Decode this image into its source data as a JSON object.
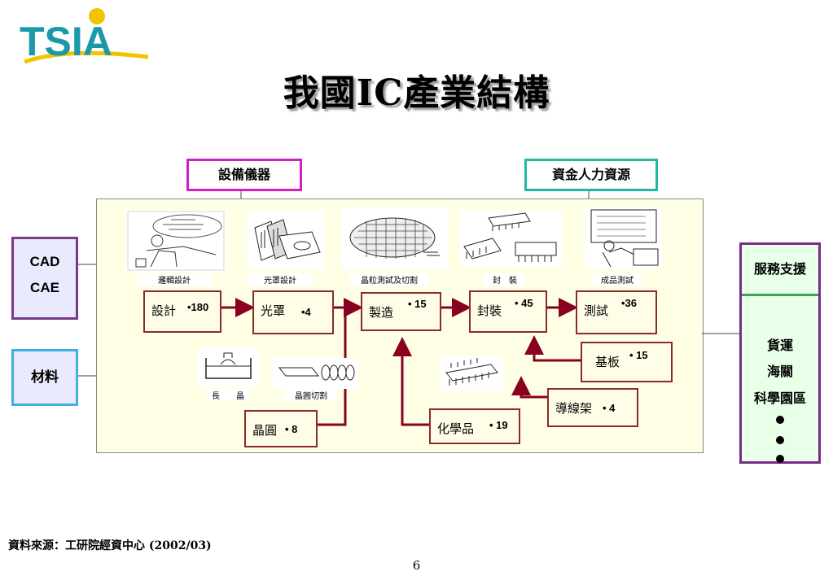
{
  "logo": {
    "text": "TSIA",
    "brand_colors": [
      "#1a9aa8",
      "#f2c400"
    ]
  },
  "title": "我國IC產業結構",
  "top_boxes": {
    "equipment": "設備儀器",
    "capital": "資金人力資源"
  },
  "left_boxes": {
    "cad": "CAD",
    "cae": "CAE",
    "materials": "材料"
  },
  "captions": {
    "logic_design": "邏輯設計",
    "mask_design": "光罩設計",
    "die_test": "晶粒測試及切割",
    "package": "封　裝",
    "final_test": "成品測試",
    "crystal_growth": "長　　晶",
    "wafer_cut": "晶圓切割"
  },
  "flow": {
    "design": {
      "label": "設計",
      "count": "•180"
    },
    "mask": {
      "label": "光罩",
      "count": "•4"
    },
    "fab": {
      "label": "製造",
      "count": "• 15"
    },
    "package": {
      "label": "封裝",
      "count": "• 45"
    },
    "test": {
      "label": "測試",
      "count": "•36"
    },
    "substrate": {
      "label": "基板",
      "count": "• 15"
    },
    "leadframe": {
      "label": "導線架",
      "count": "• 4"
    },
    "wafer": {
      "label": "晶圓",
      "count": "• 8"
    },
    "chemicals": {
      "label": "化學品",
      "count": "• 19"
    }
  },
  "services": {
    "header": "服務支援",
    "items": [
      "貨運",
      "海關",
      "科學園區"
    ]
  },
  "colors": {
    "arrow": "#8a0020",
    "equipment_border": "#d020c0",
    "capital_border": "#20b8a0",
    "flow_border": "#8a2a2a"
  },
  "source": "資料來源：工研院經資中心 (2002/03)",
  "page_number": "6"
}
